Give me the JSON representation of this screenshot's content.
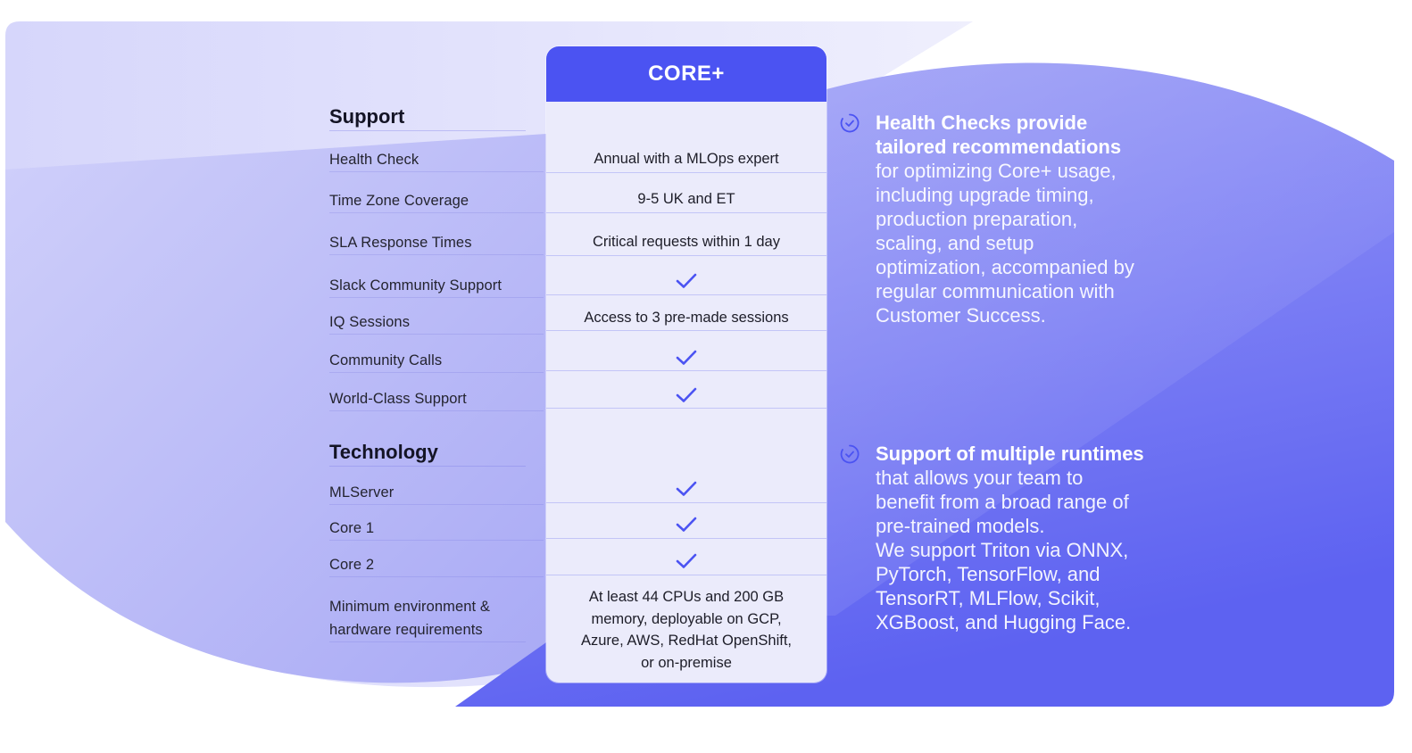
{
  "plan": {
    "name": "CORE+",
    "accent_color": "#4b53f2",
    "check_color": "#4b53f2"
  },
  "sections": [
    {
      "title": "Support",
      "rows": [
        {
          "label": "Health Check",
          "value": "Annual with a MLOps expert"
        },
        {
          "label": "Time Zone Coverage",
          "value": "9-5 UK and ET"
        },
        {
          "label": "SLA Response Times",
          "value": "Critical requests within 1 day"
        },
        {
          "label": "Slack Community Support",
          "value": "check-icon"
        },
        {
          "label": "IQ Sessions",
          "value": "Access to 3 pre-made sessions"
        },
        {
          "label": "Community Calls",
          "value": "check-icon"
        },
        {
          "label": "World-Class Support",
          "value": "check-icon"
        }
      ]
    },
    {
      "title": "Technology",
      "rows": [
        {
          "label": "MLServer",
          "value": "check-icon"
        },
        {
          "label": "Core 1",
          "value": "check-icon"
        },
        {
          "label": "Core 2",
          "value": "check-icon"
        },
        {
          "label": "Minimum environment & hardware requirements",
          "label_lines": [
            "Minimum environment &",
            "hardware requirements"
          ],
          "value": "At least 44 CPUs and 200 GB memory, deployable on GCP, Azure, AWS, RedHat OpenShift, or on-premise",
          "value_lines": [
            "At least 44 CPUs and 200 GB",
            "memory, deployable on GCP,",
            "Azure, AWS, RedHat OpenShift,",
            "or on-premise"
          ]
        }
      ]
    }
  ],
  "features": [
    {
      "icon": "check-circle-icon",
      "title_lines": [
        "Health Checks provide",
        "tailored recommendations"
      ],
      "body_lines": [
        "for optimizing Core+ usage,",
        "including upgrade timing,",
        "production preparation,",
        "scaling, and setup",
        "optimization, accompanied by",
        "regular communication with",
        "Customer Success."
      ]
    },
    {
      "icon": "check-circle-icon",
      "title_lines": [
        "Support of multiple runtimes"
      ],
      "body_lines": [
        "that allows your team to",
        "benefit from a broad range of",
        "pre-trained models.",
        "We support Triton via ONNX,",
        "PyTorch, TensorFlow, and",
        "TensorRT, MLFlow, Scikit,",
        "XGBoost, and Hugging Face."
      ]
    }
  ]
}
